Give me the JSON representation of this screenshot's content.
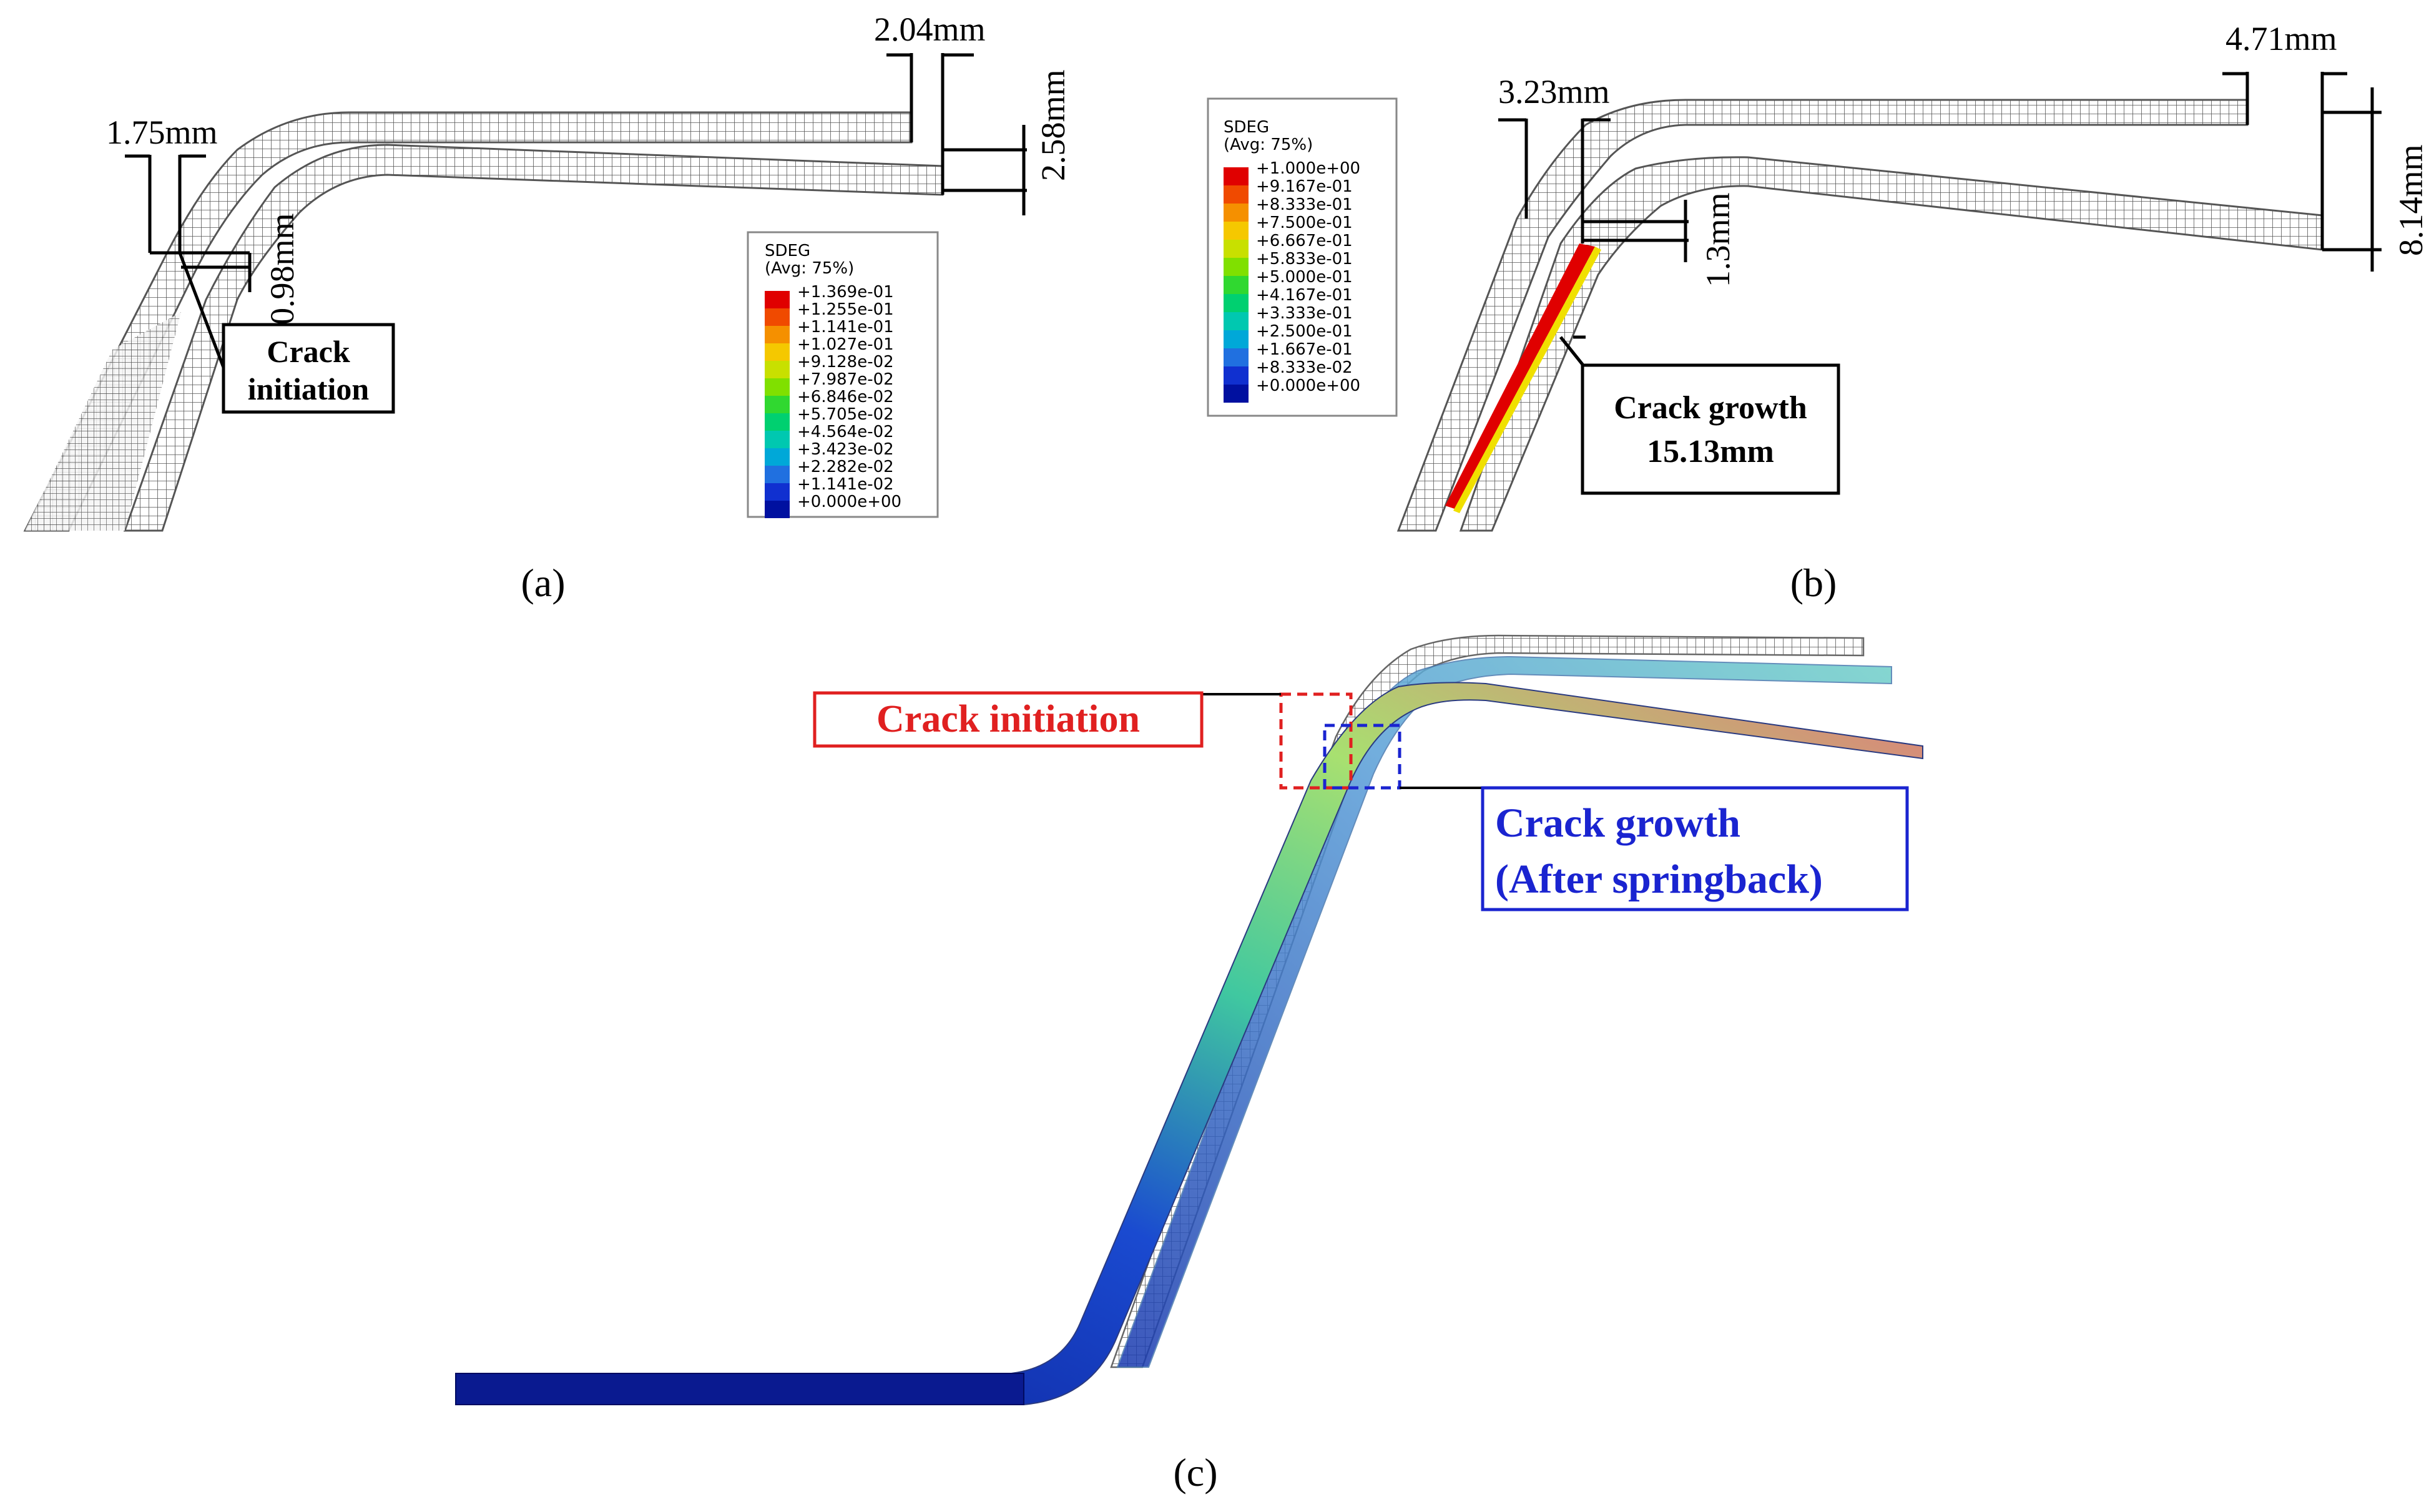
{
  "panel_a": {
    "label": "(a)",
    "dims": {
      "d1": "1.75mm",
      "d2": "0.98mm",
      "d3": "2.04mm",
      "d4": "2.58mm"
    },
    "callout": [
      "Crack",
      "initiation"
    ],
    "legend": {
      "title": "SDEG",
      "subtitle": "(Avg: 75%)",
      "values": [
        "+1.369e-01",
        "+1.255e-01",
        "+1.141e-01",
        "+1.027e-01",
        "+9.128e-02",
        "+7.987e-02",
        "+6.846e-02",
        "+5.705e-02",
        "+4.564e-02",
        "+3.423e-02",
        "+2.282e-02",
        "+1.141e-02",
        "+0.000e+00"
      ]
    }
  },
  "panel_b": {
    "label": "(b)",
    "dims": {
      "d1": "3.23mm",
      "d2": "1.3mm",
      "d3": "4.71mm",
      "d4": "8.14mm"
    },
    "callout": [
      "Crack growth",
      "15.13mm"
    ],
    "legend": {
      "title": "SDEG",
      "subtitle": "(Avg: 75%)",
      "values": [
        "+1.000e+00",
        "+9.167e-01",
        "+8.333e-01",
        "+7.500e-01",
        "+6.667e-01",
        "+5.833e-01",
        "+5.000e-01",
        "+4.167e-01",
        "+3.333e-01",
        "+2.500e-01",
        "+1.667e-01",
        "+8.333e-02",
        "+0.000e+00"
      ]
    }
  },
  "panel_c": {
    "label": "(c)",
    "callout_red": "Crack initiation",
    "callout_blue": [
      "Crack growth",
      "(After springback)"
    ]
  },
  "colors": {
    "legend_scale": [
      "#e00000",
      "#f04a00",
      "#f59000",
      "#f5c800",
      "#c8e000",
      "#80e000",
      "#30d830",
      "#00d070",
      "#00c8b0",
      "#00a8d8",
      "#2070e0",
      "#1030d0",
      "#0010a0"
    ],
    "callout_red": "#e02020",
    "callout_blue": "#1a24d0",
    "mesh": "#555555"
  }
}
